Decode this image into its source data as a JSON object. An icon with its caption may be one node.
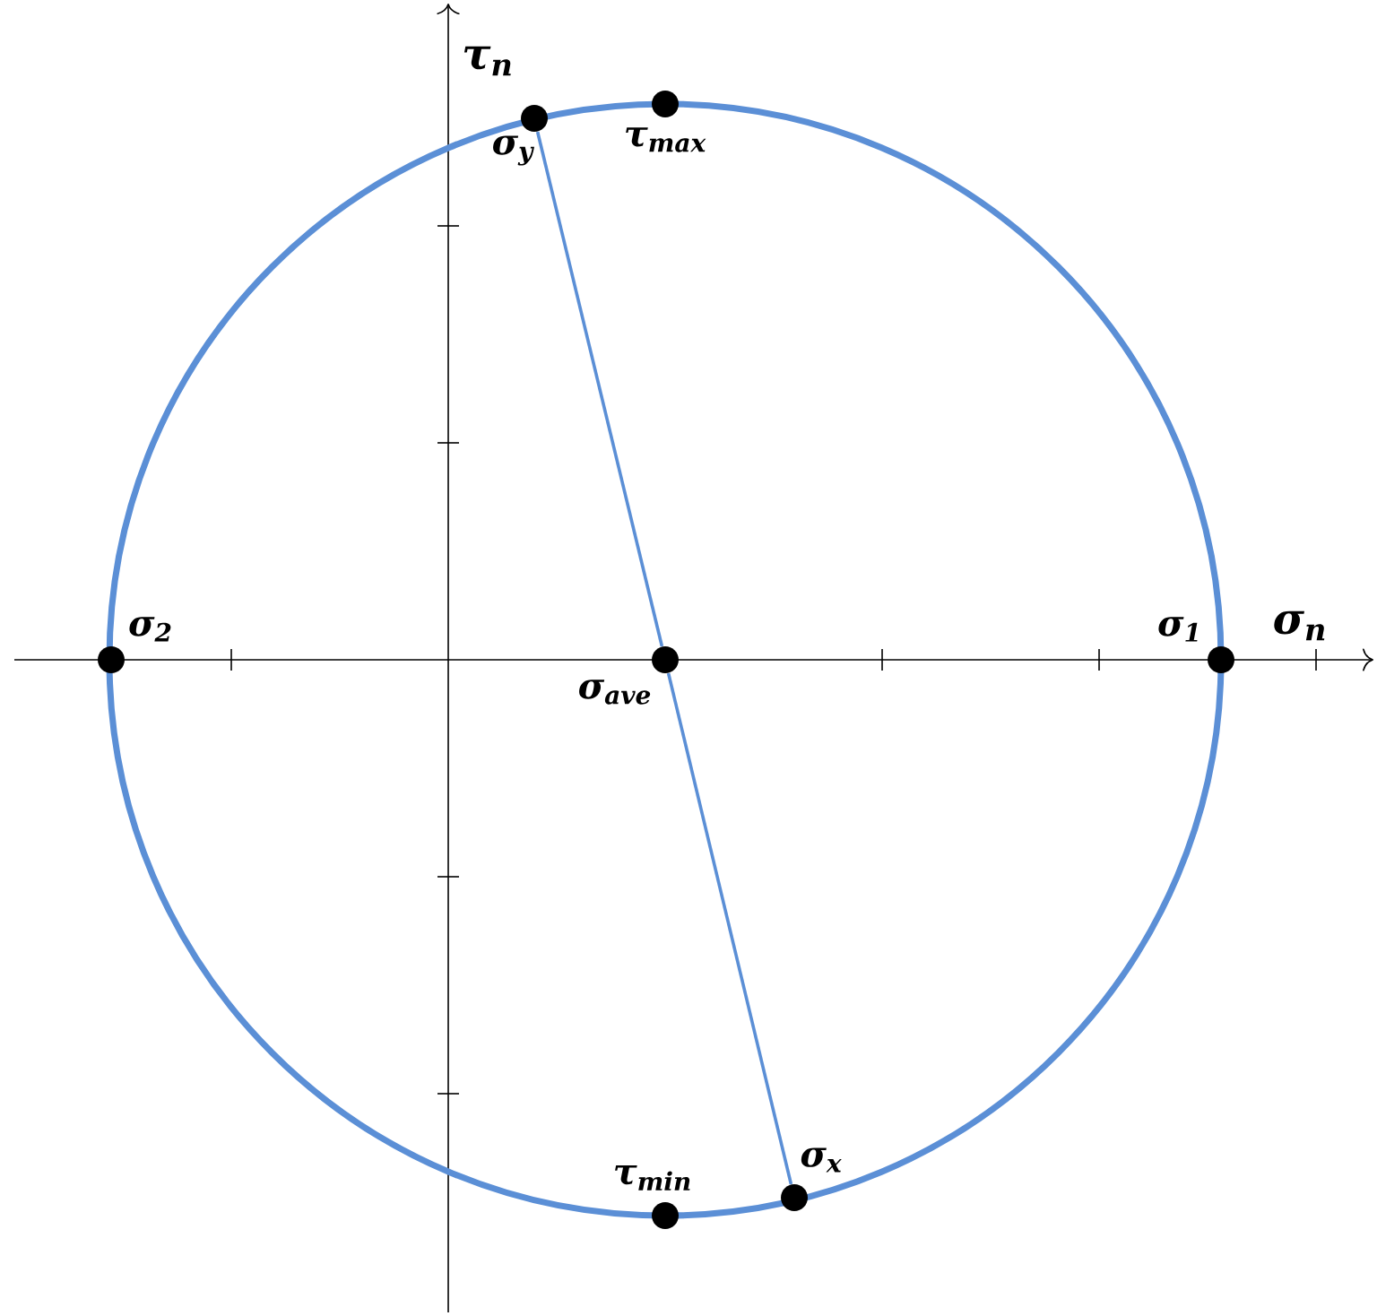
{
  "diagram": {
    "nodes": [
      {
        "text": [],
        "shape": "circle",
        "beside": [
          "τ$_{max}$"
        ]
      },
      {
        "text": [],
        "shape": "circle",
        "beside": [
          "σ$_{y}$"
        ]
      },
      {
        "text": [],
        "shape": "circle",
        "beside": [
          "σ$_{2}$"
        ]
      },
      {
        "text": [],
        "shape": "circle",
        "beside": [
          "σ$_{ave}$"
        ]
      },
      {
        "text": [],
        "shape": "circle",
        "beside": [
          "σ$_{1}$"
        ]
      },
      {
        "text": [],
        "shape": "circle",
        "beside": [
          "σ$_{x}$"
        ]
      },
      {
        "text": [],
        "shape": "circle",
        "beside": [
          "τ$_{min}$"
        ]
      }
    ],
    "edges": [
      {
        "from": 1,
        "to": 3,
        "arrow": "none"
      },
      {
        "from": 3,
        "to": 5,
        "arrow": "none"
      }
    ],
    "labels": [
      "τ$_{n}$",
      "σ$_{n}$"
    ]
  }
}
